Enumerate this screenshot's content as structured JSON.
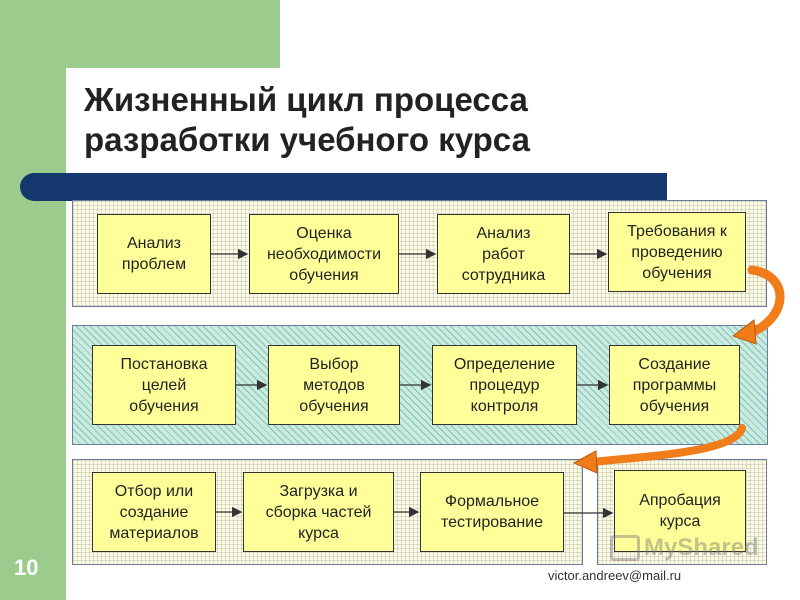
{
  "slide": {
    "title_line1": "Жизненный цикл процесса",
    "title_line2": "разработки учебного курса",
    "number": "10",
    "email": "victor.andreev@mail.ru",
    "watermark": "MyShared"
  },
  "rows": [
    {
      "boxes": [
        {
          "label": "Анализ\nпроблем"
        },
        {
          "label": "Оценка\nнеобходимости\nобучения"
        },
        {
          "label": "Анализ\nработ\nсотрудника"
        },
        {
          "label": "Требования к\nпроведению\nобучения"
        }
      ]
    },
    {
      "boxes": [
        {
          "label": "Постановка\nцелей\nобучения"
        },
        {
          "label": "Выбор\nметодов\nобучения"
        },
        {
          "label": "Определение\nпроцедур\nконтроля"
        },
        {
          "label": "Создание\nпрограммы\nобучения"
        }
      ]
    },
    {
      "boxes": [
        {
          "label": "Отбор или\nсоздание\nматериалов"
        },
        {
          "label": "Загрузка и\nсборка частей\nкурса"
        },
        {
          "label": "Формальное\nтестирование"
        },
        {
          "label": "Апробация\nкурса"
        }
      ]
    }
  ],
  "colors": {
    "accent_band": "#9ccb8e",
    "title_bar": "#14386e",
    "box_fill": "#ffff99",
    "connector_arrow": "#f07c1a"
  }
}
